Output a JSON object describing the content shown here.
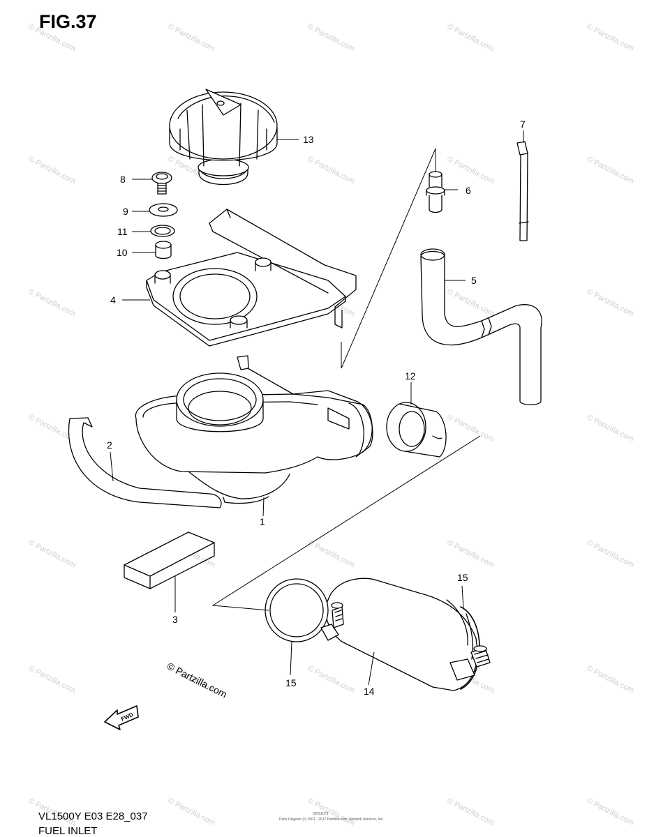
{
  "figure": {
    "title": "FIG.37",
    "model_code": "VL1500Y E03 E28_037",
    "caption": "FUEL INLET",
    "copyright_line": "Parts Diagram (c) 2001 - 2017 Partzilla.com, Network Services, Inc.",
    "copyright_code": "02051073"
  },
  "watermark": {
    "text": "© Partzilla.com",
    "color": "#cfcfcf"
  },
  "signature_watermark": {
    "text": "© Partzilla.com"
  },
  "fwd_arrow": {
    "label": "FWD"
  },
  "callouts": [
    {
      "ref": "1",
      "part": "fuel-inlet-body"
    },
    {
      "ref": "2",
      "part": "cushion-strip"
    },
    {
      "ref": "3",
      "part": "cushion-block"
    },
    {
      "ref": "4",
      "part": "bracket-plate"
    },
    {
      "ref": "5",
      "part": "breather-hose"
    },
    {
      "ref": "6",
      "part": "hose-joint"
    },
    {
      "ref": "7",
      "part": "cable-clamp"
    },
    {
      "ref": "8",
      "part": "bolt"
    },
    {
      "ref": "9",
      "part": "washer"
    },
    {
      "ref": "10",
      "part": "spacer"
    },
    {
      "ref": "11",
      "part": "grommet"
    },
    {
      "ref": "12",
      "part": "pipe-joint"
    },
    {
      "ref": "13",
      "part": "fuel-cap"
    },
    {
      "ref": "14",
      "part": "inlet-hose"
    },
    {
      "ref": "15",
      "part": "hose-clamp"
    }
  ]
}
